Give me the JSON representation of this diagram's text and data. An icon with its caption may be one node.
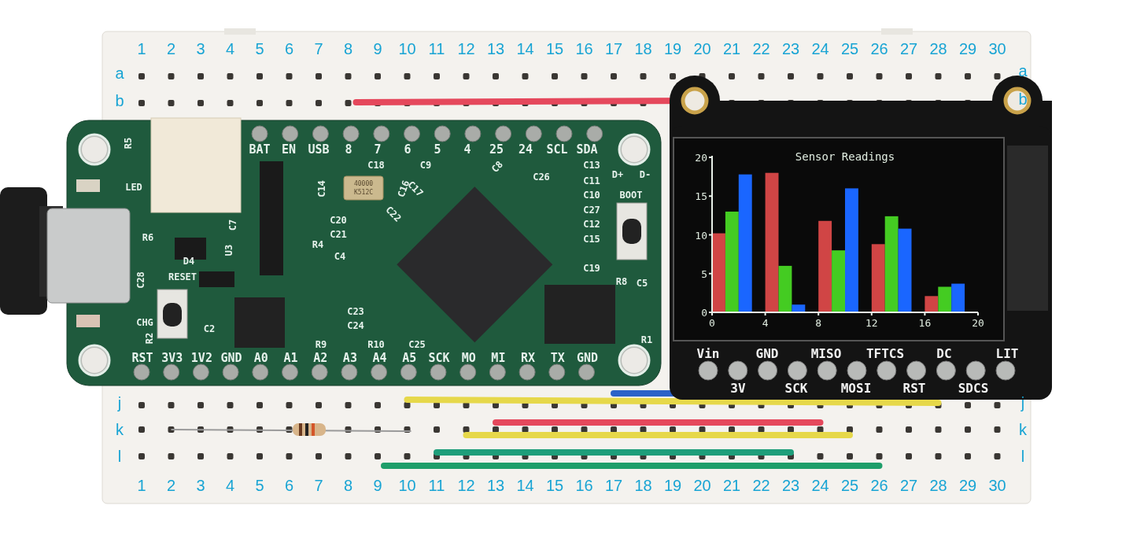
{
  "diagram": {
    "labels": [
      "1",
      "2",
      "3",
      "4",
      "5",
      "6",
      "7",
      "8",
      "9",
      "10",
      "11",
      "12",
      "13",
      "14",
      "15",
      "16",
      "17",
      "18",
      "19",
      "20",
      "21",
      "22",
      "23",
      "24",
      "25",
      "26",
      "27",
      "28",
      "29",
      "30",
      "a",
      "a",
      "b",
      "b",
      "BAT",
      "EN",
      "USB",
      "8",
      "7",
      "6",
      "5",
      "4",
      "25",
      "24",
      "SCL",
      "SDA",
      "R5",
      "LED",
      "R6",
      "D4",
      "C7",
      "U3",
      "C28",
      "RESET",
      "CHG",
      "R2",
      "C2",
      "C14",
      "C18",
      "C9",
      "C8",
      "C26",
      "C13",
      "D+",
      "D-",
      "C11",
      "C10",
      "BOOT",
      "C27",
      "C12",
      "C15",
      "C19",
      "R8",
      "C5",
      "R1",
      "C16",
      "C17",
      "C22",
      "C20",
      "C21",
      "R4",
      "C4",
      "C23",
      "C24",
      "R9",
      "R10",
      "C25",
      "40000",
      "K512C",
      "RST",
      "3V3",
      "1V2",
      "GND",
      "A0",
      "A1",
      "A2",
      "A3",
      "A4",
      "A5",
      "SCK",
      "MO",
      "MI",
      "RX",
      "TX",
      "GND",
      "Vin",
      "GND",
      "MISO",
      "TFTCS",
      "DC",
      "LIT",
      "3V",
      "SCK",
      "MOSI",
      "RST",
      "SDCS",
      "j",
      "j",
      "k",
      "k",
      "l",
      "l",
      "1",
      "2",
      "3",
      "4",
      "5",
      "6",
      "7",
      "8",
      "9",
      "10",
      "11",
      "12",
      "13",
      "14",
      "15",
      "16",
      "17",
      "18",
      "19",
      "20",
      "21",
      "22",
      "23",
      "24",
      "25",
      "26",
      "27",
      "28",
      "29",
      "30"
    ],
    "chart_data": {
      "type": "bar",
      "title": "Sensor Readings",
      "x": [
        1.5,
        5.5,
        9.5,
        13.5,
        17.5
      ],
      "series": [
        {
          "color": "#d04545",
          "values": [
            10.2,
            18,
            11.8,
            8.8,
            2.1
          ]
        },
        {
          "color": "#44cc22",
          "values": [
            13,
            6,
            8,
            12.4,
            3.3
          ]
        },
        {
          "color": "#1a66ff",
          "values": [
            17.8,
            1,
            16,
            10.8,
            3.7
          ]
        }
      ],
      "xlim": [
        0,
        20
      ],
      "ylim": [
        0,
        20
      ],
      "xticks": [
        0,
        4,
        8,
        12,
        16,
        20
      ],
      "yticks": [
        0,
        5,
        10,
        15,
        20
      ]
    }
  }
}
